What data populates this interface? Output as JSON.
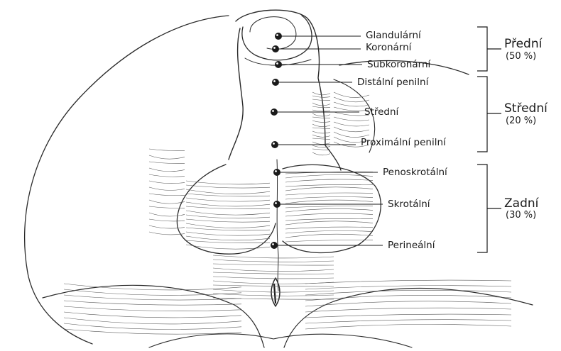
{
  "labels": [
    {
      "text": "Glandulární"
    },
    {
      "text": "Koronární"
    },
    {
      "text": "Subkoronární"
    },
    {
      "text": "Distální penilní"
    },
    {
      "text": "Střední"
    },
    {
      "text": "Proximální penilní"
    },
    {
      "text": "Penoskrotální"
    },
    {
      "text": "Skrotální"
    },
    {
      "text": "Perineální"
    }
  ],
  "groups": [
    {
      "name": "Přední",
      "percent": "(50 %)"
    },
    {
      "name": "Střední",
      "percent": "(20 %)"
    },
    {
      "name": "Zadní",
      "percent": "(30 %)"
    }
  ]
}
